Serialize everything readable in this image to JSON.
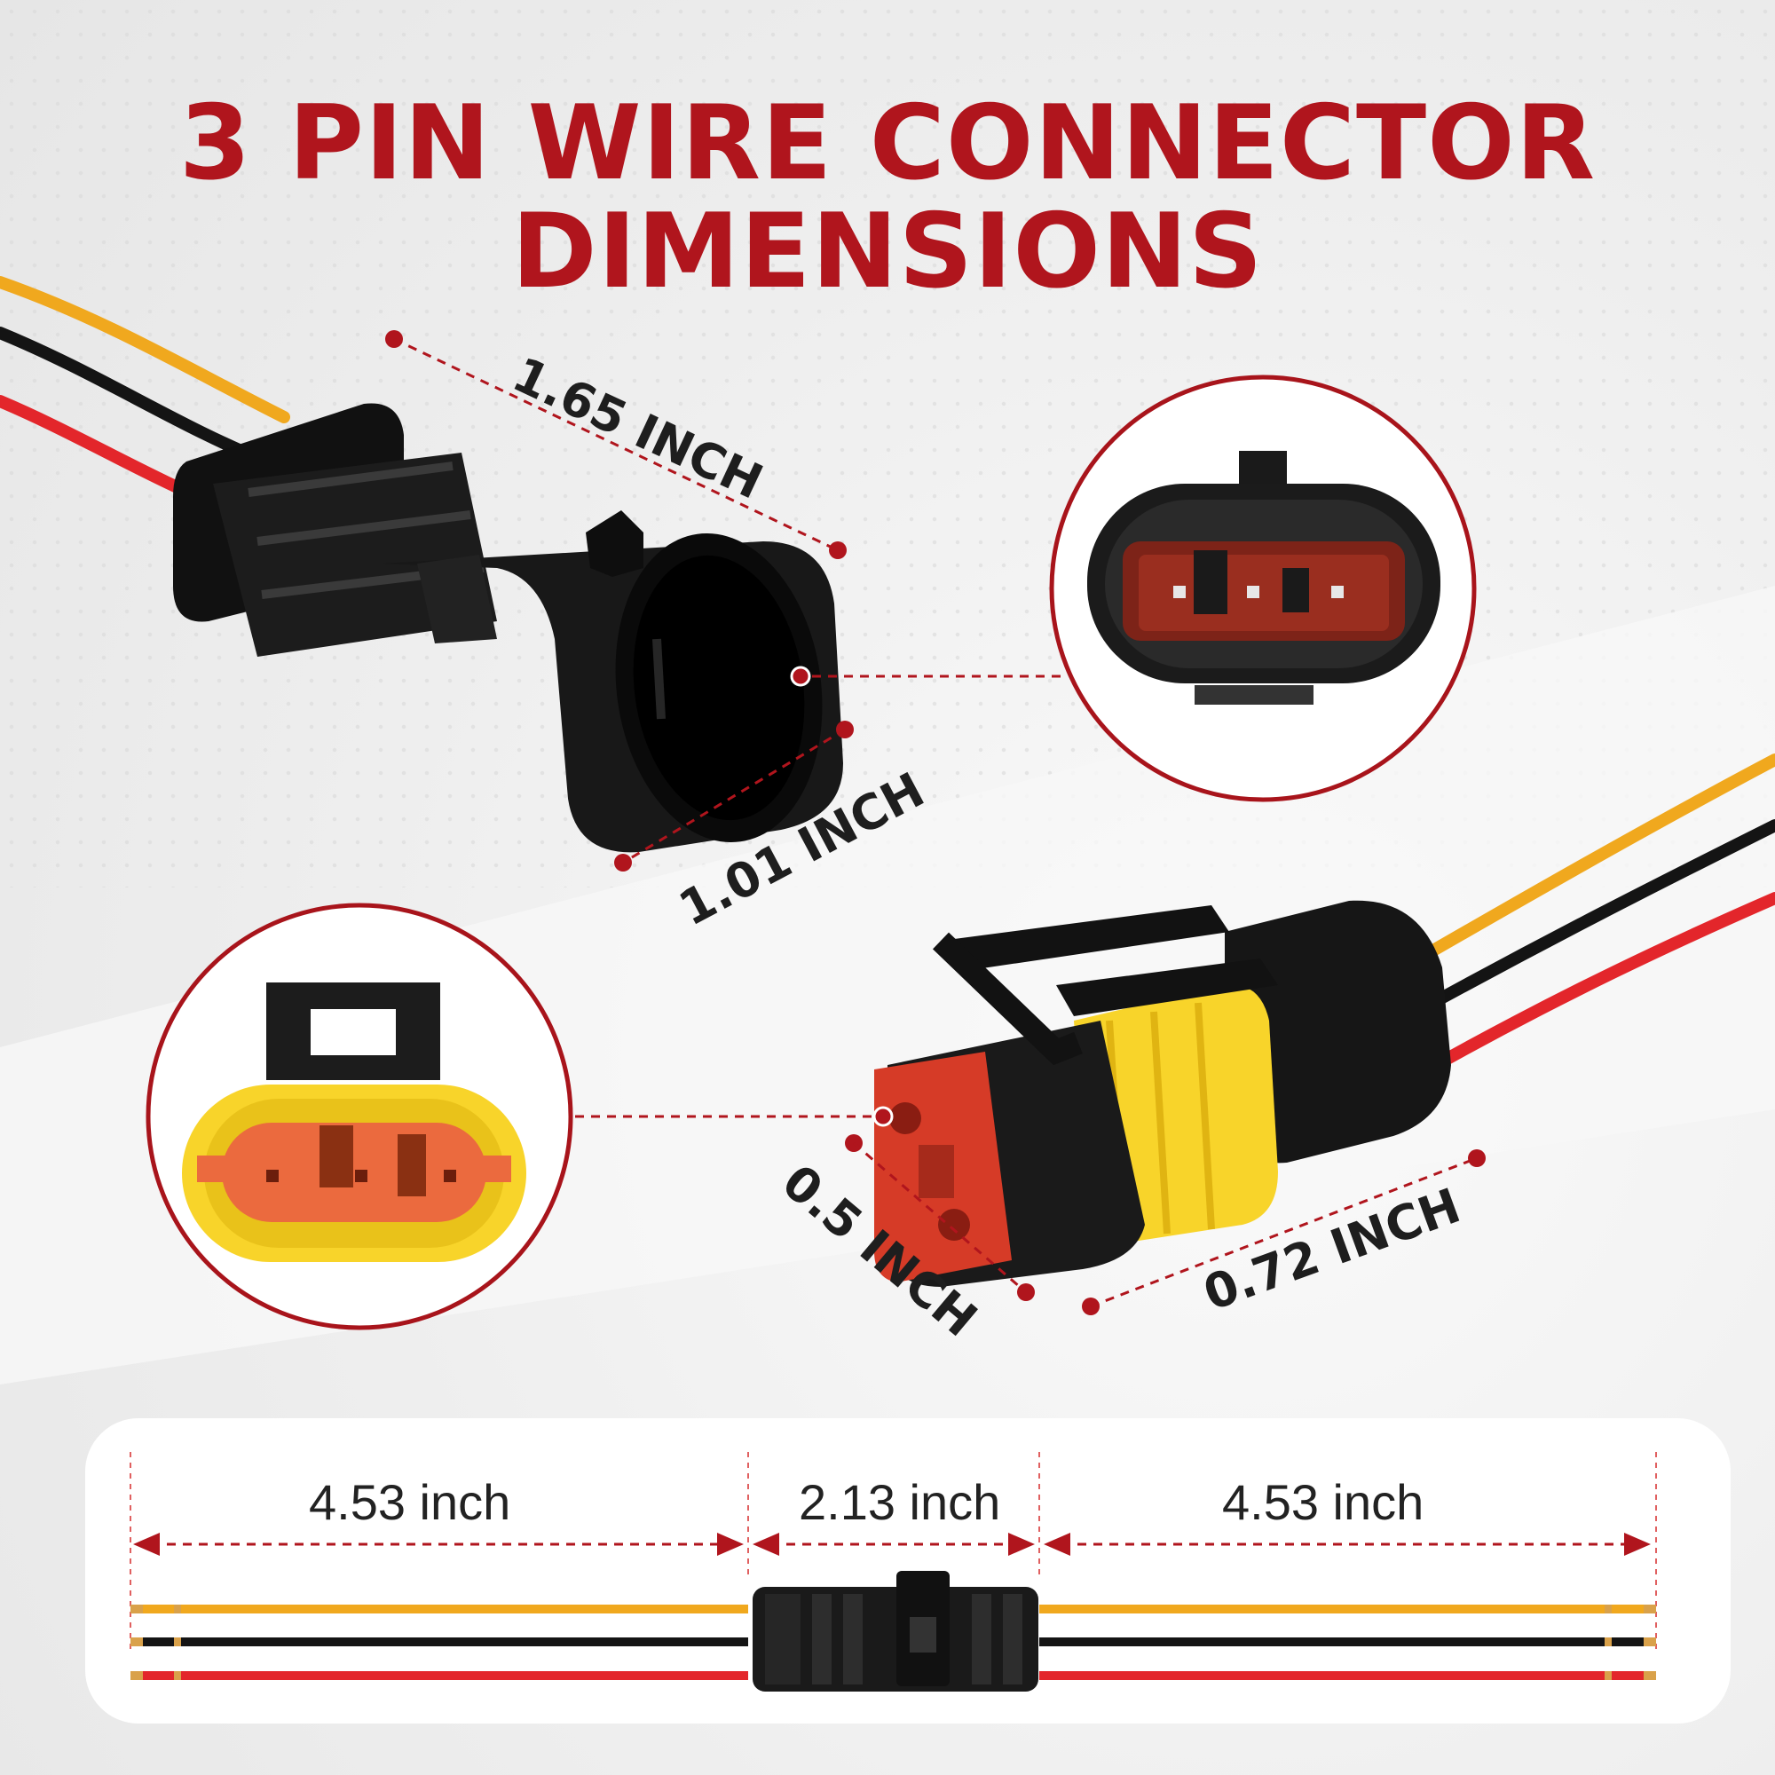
{
  "title": {
    "line1": "3 PIN WIRE CONNECTOR",
    "line2": "DIMENSIONS"
  },
  "colors": {
    "accent": "#b0151d",
    "wire_yellow": "#f0a81e",
    "wire_black": "#141414",
    "wire_red": "#e3262b",
    "housing_black": "#1a1a1a",
    "pin_red": "#e0402e",
    "seal_yellow": "#f8d42a"
  },
  "male_connector": {
    "length": "1.65 INCH",
    "width": "1.01 INCH"
  },
  "female_connector": {
    "height": "0.5 INCH",
    "width": "0.72 INCH"
  },
  "assembly": {
    "left_wire": "4.53 inch",
    "connector": "2.13 inch",
    "right_wire": "4.53 inch"
  }
}
